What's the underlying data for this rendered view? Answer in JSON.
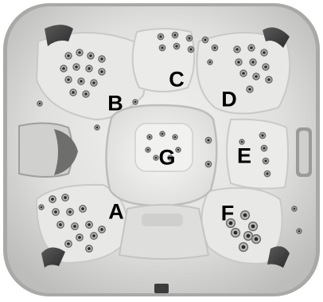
{
  "seat_labels": {
    "a": "A",
    "b": "B",
    "c": "C",
    "d": "D",
    "e": "E",
    "f": "F",
    "g": "G"
  },
  "colors": {
    "shell": "#d8d8d6",
    "shell_edge": "#b9b9b7",
    "rim_dark": "#8a8a88",
    "seat_floor": "#e9e9e7",
    "shadow": "#c6c6c4",
    "pillow": "#3f3f3f",
    "jet_ring": "#6e6e6e",
    "jet_core": "#2a2a2a",
    "label": "#000000"
  }
}
